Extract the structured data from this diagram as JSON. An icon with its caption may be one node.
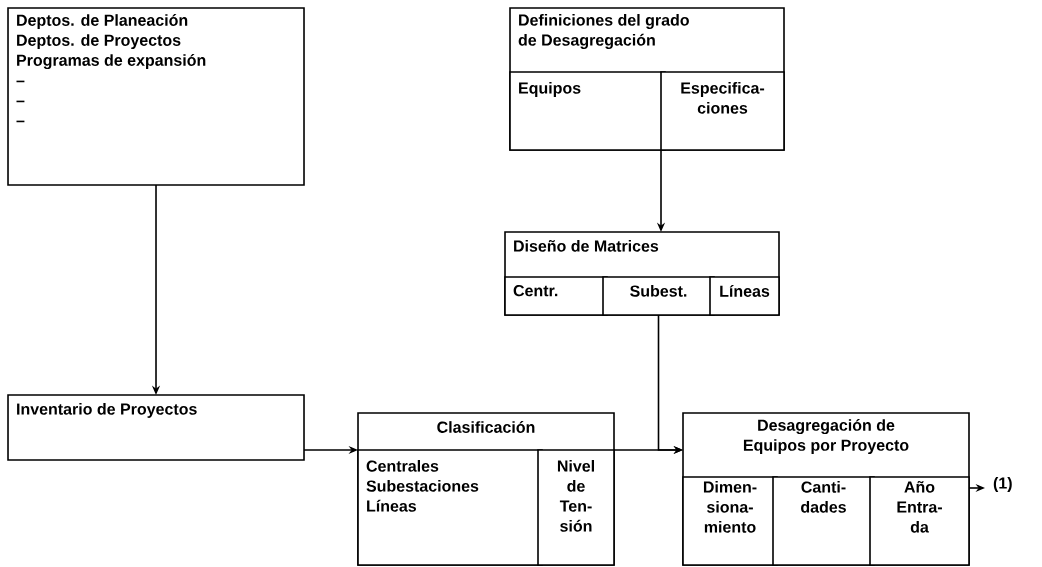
{
  "diagram": {
    "nodes": [
      {
        "text": [
          "Deptos. de Planeación",
          "Deptos. de Proyectos",
          "Programas de expansión",
          "–",
          "–",
          "–"
        ]
      },
      {
        "text": [
          "Definiciones del grado de Desagregación"
        ]
      },
      {
        "text": [
          "Equipos"
        ],
        "in": 1
      },
      {
        "text": [
          "Especifica- ciones"
        ],
        "in": 1
      },
      {
        "text": [
          "Diseño de Matrices"
        ]
      },
      {
        "text": [
          "Centr."
        ],
        "in": 4
      },
      {
        "text": [
          "Subest."
        ],
        "in": 4
      },
      {
        "text": [
          "Líneas"
        ],
        "in": 4
      },
      {
        "text": [
          "Inventario de Proyectos"
        ]
      },
      {
        "text": [
          "Clasificación"
        ]
      },
      {
        "text": [
          "Centrales Subestaciones Líneas"
        ],
        "in": 9
      },
      {
        "text": [
          "Nivel de Ten- sión"
        ],
        "in": 9
      },
      {
        "text": [
          "Desagregación de Equipos por Proyecto"
        ]
      },
      {
        "text": [
          "Dimen- siona- miento"
        ],
        "in": 12
      },
      {
        "text": [
          "Canti- dades"
        ],
        "in": 12
      },
      {
        "text": [
          "Año Entra- da"
        ],
        "in": 12
      },
      {
        "text": [
          "(1)"
        ]
      }
    ],
    "edges": [
      {
        "from": 0,
        "to": 8,
        "arrow": "to"
      },
      {
        "from": 1,
        "to": 4,
        "arrow": "to"
      },
      {
        "from": 8,
        "to": 9,
        "arrow": "to"
      },
      {
        "from": 9,
        "to": 12,
        "arrow": "to"
      },
      {
        "from": 4,
        "to": 12,
        "arrow": "to"
      },
      {
        "from": 12,
        "to": 16,
        "arrow": "to"
      }
    ]
  }
}
